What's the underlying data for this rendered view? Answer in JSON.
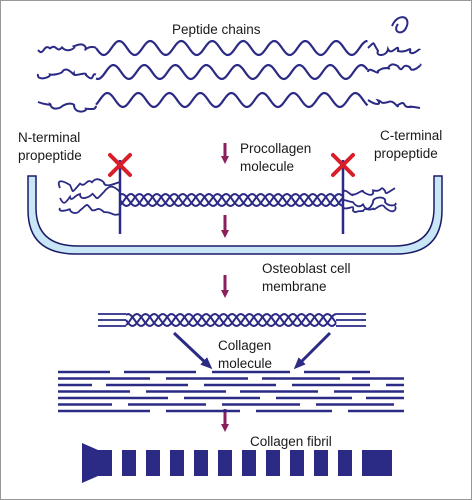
{
  "labels": {
    "peptide_chains": "Peptide chains",
    "n_terminal_line1": "N-terminal",
    "n_terminal_line2": "propeptide",
    "c_terminal_line1": "C-terminal",
    "c_terminal_line2": "propeptide",
    "procollagen_line1": "Procollagen",
    "procollagen_line2": "molecule",
    "osteoblast_line1": "Osteoblast cell",
    "osteoblast_line2": "membrane",
    "collagen_molecule_line1": "Collagen",
    "collagen_molecule_line2": "molecule",
    "collagen_fibril": "Collagen fibril"
  },
  "colors": {
    "chain": "#2b2a85",
    "arrow": "#8a1f5c",
    "membrane_fill": "#c8e6f5",
    "membrane_stroke": "#1a1a66",
    "cleavage_x": "#d81e2a",
    "frame": "#999999"
  },
  "icons": {
    "cleavage_mark": "red-x-cross-icon",
    "process_arrow": "down-arrow-icon"
  }
}
